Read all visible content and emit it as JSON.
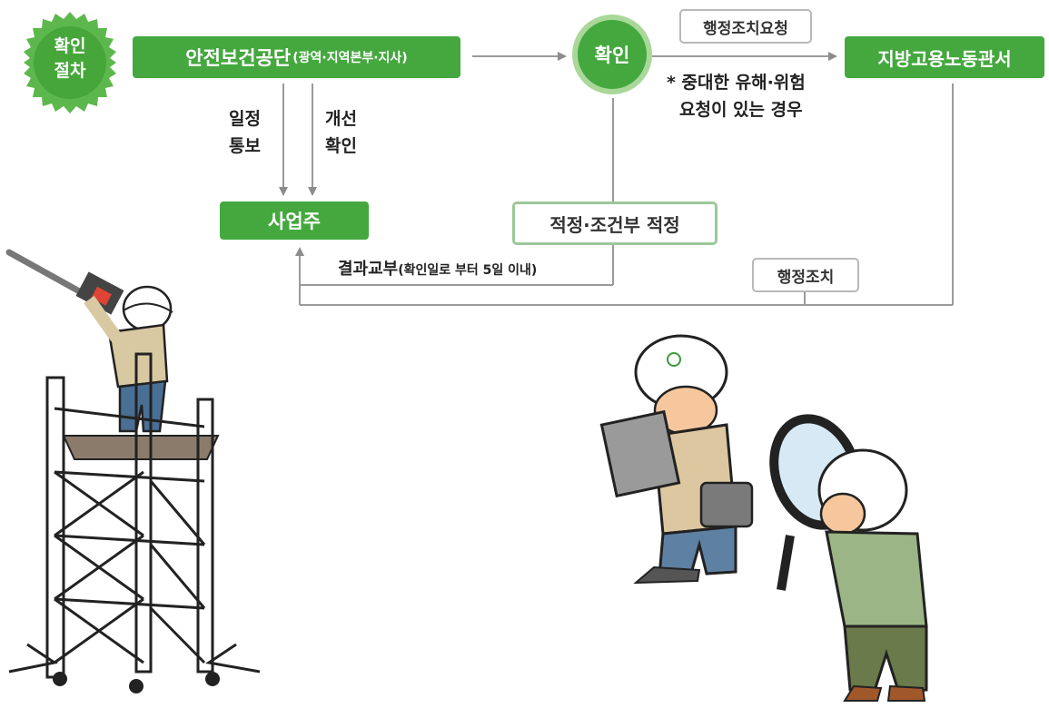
{
  "badge": {
    "line1": "확인",
    "line2": "절차"
  },
  "nodes": {
    "agency_main": "안전보건공단",
    "agency_sub": "(광역·지역본부·지사)",
    "confirm": "확인",
    "labor_office": "지방고용노동관서",
    "employer": "사업주",
    "adequate": "적정·조건부 적정",
    "admin_request": "행정조치요청",
    "admin_action": "행정조치"
  },
  "labels": {
    "schedule_l1": "일정",
    "schedule_l2": "통보",
    "improve_l1": "개선",
    "improve_l2": "확인",
    "hazard_l1": "* 중대한 유해·위험",
    "hazard_l2": "요청이 있는 경우",
    "result_main": "결과교부",
    "result_sub": "(확인일로 부터 5일 이내)"
  },
  "colors": {
    "green": "#45a83f",
    "arrow_gray": "#9a9a9a",
    "box_border": "#b9b9b9"
  }
}
